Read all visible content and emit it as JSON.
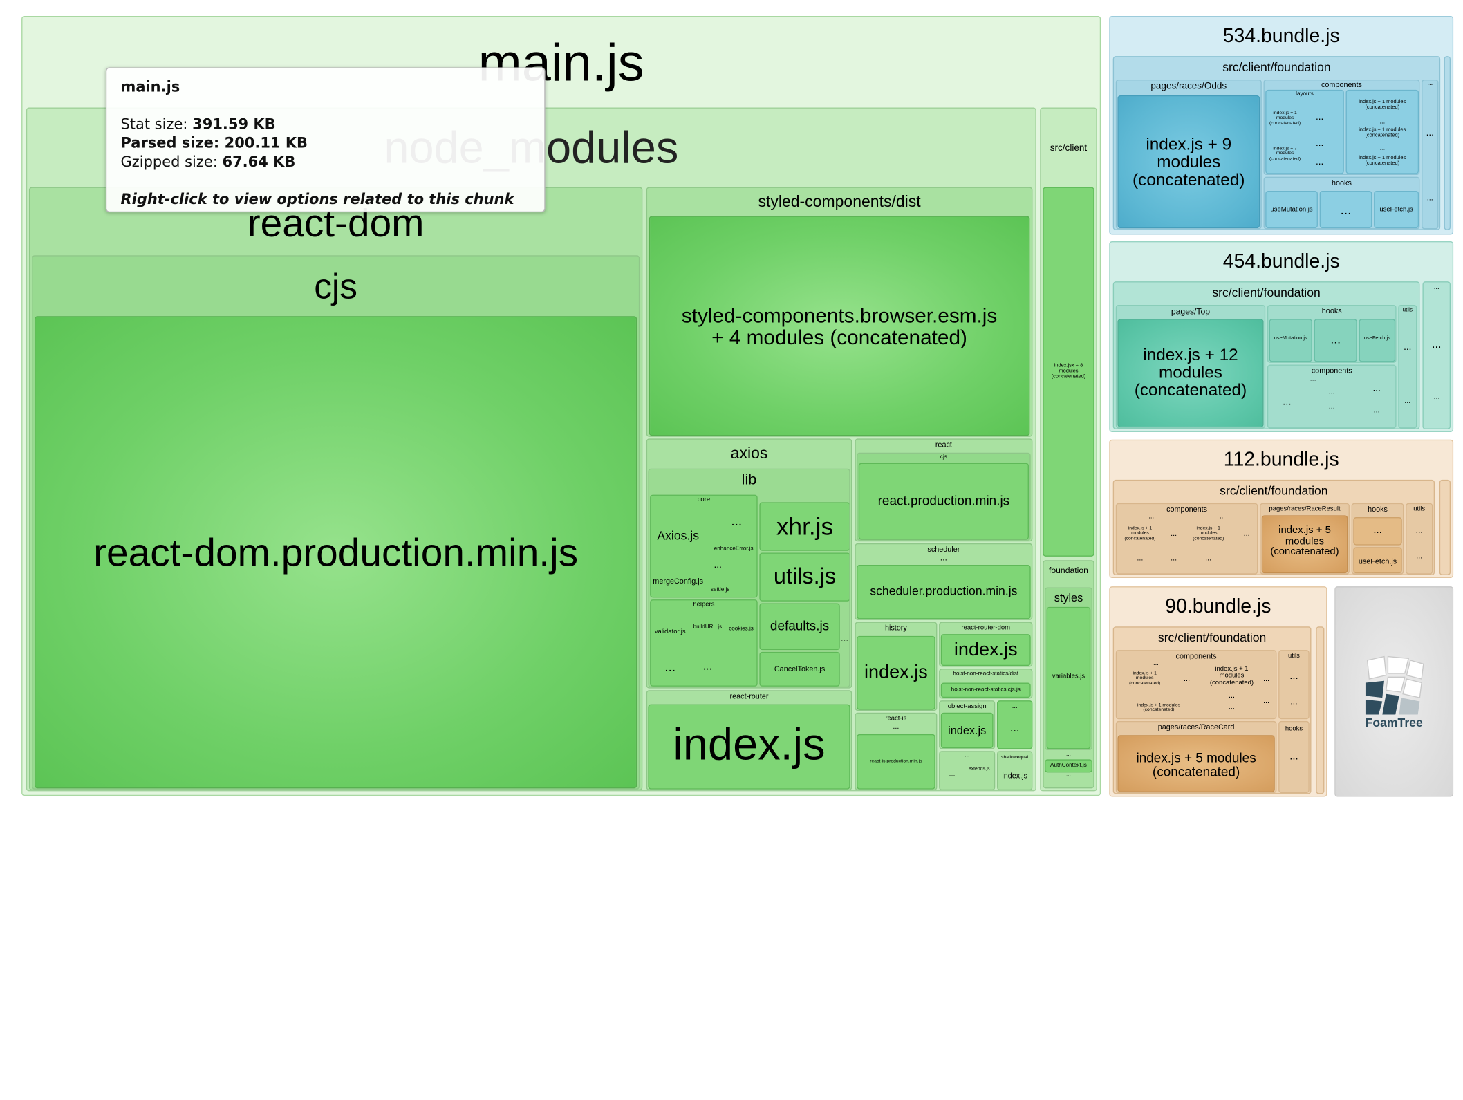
{
  "colors": {
    "main_green": "#6fd067",
    "bundle_534_blue": "#5cb7d3",
    "bundle_454_teal": "#5cc6a8",
    "bundle_112_orange": "#dba76a",
    "bundle_90_orange": "#dba76a",
    "foamtree_gray": "#dcdcdc"
  },
  "tooltip": {
    "title": "main.js",
    "stat_label": "Stat size:",
    "stat_value": "391.59 KB",
    "parsed_label": "Parsed size:",
    "parsed_value": "200.11 KB",
    "gzip_label": "Gzipped size:",
    "gzip_value": "67.64 KB",
    "hint": "Right-click to view options related to this chunk"
  },
  "main": {
    "title": "main.js",
    "node_modules": "node_modules",
    "react_dom": "react-dom",
    "cjs": "cjs",
    "react_dom_prod": "react-dom.production.min.js",
    "styled_dist": "styled-components/dist",
    "styled_module": "styled-components.browser.esm.js\n+ 4 modules (concatenated)",
    "axios": "axios",
    "lib": "lib",
    "core": "core",
    "axios_js": "Axios.js",
    "enhance_error": "enhanceError.js",
    "merge_config": "mergeConfig.js",
    "settle": "settle.js",
    "helpers": "helpers",
    "validator": "validator.js",
    "build_url": "buildURL.js",
    "cookies": "cookies.js",
    "xhr": "xhr.js",
    "utils": "utils.js",
    "defaults": "defaults.js",
    "cancel_token": "CancelToken.js",
    "react": "react",
    "react_cjs": "cjs",
    "react_prod": "react.production.min.js",
    "scheduler": "scheduler",
    "scheduler_prod": "scheduler.production.min.js",
    "history": "history",
    "history_index": "index.js",
    "rrd": "react-router-dom",
    "rrd_index": "index.js",
    "hnrs_dist": "hoist-non-react-statics/dist",
    "hnrs_cjs": "hoist-non-react-statics.cjs.js",
    "react_router": "react-router",
    "rr_index": "index.js",
    "react_is": "react-is",
    "react_is_prod": "react-is.production.min.js",
    "object_assign": "object-assign",
    "oa_index": "index.js",
    "extends": "extends.js",
    "shallowequal": "shallowequal",
    "se_index": "index.js",
    "src_client": "src/client",
    "sc_index": "index.jsx + 8\nmodules\n(concatenated)",
    "foundation": "foundation",
    "styles": "styles",
    "variables": "variables.js",
    "auth_context": "AuthContext.js",
    "ellipsis": "..."
  },
  "b534": {
    "title": "534.bundle.js",
    "foundation": "src/client/foundation",
    "odds": "pages/races/Odds",
    "odds_index": "index.js + 9\nmodules\n(concatenated)",
    "components": "components",
    "layouts": "layouts",
    "idx1": "index.js + 1\nmodules\n(concatenated)",
    "idx1b": "index.js + 1 modules\n(concatenated)",
    "idx7": "index.js + 7\nmodules\n(concatenated)",
    "hooks": "hooks",
    "use_mutation": "useMutation.js",
    "use_fetch": "useFetch.js"
  },
  "b454": {
    "title": "454.bundle.js",
    "foundation": "src/client/foundation",
    "top": "pages/Top",
    "top_index": "index.js + 12\nmodules\n(concatenated)",
    "hooks": "hooks",
    "use_mutation": "useMutation.js",
    "use_fetch": "useFetch.js",
    "utils": "utils",
    "components": "components"
  },
  "b112": {
    "title": "112.bundle.js",
    "foundation": "src/client/foundation",
    "components": "components",
    "race_result": "pages/races/RaceResult",
    "rr_index": "index.js + 5\nmodules\n(concatenated)",
    "hooks": "hooks",
    "use_fetch": "useFetch.js",
    "utils": "utils",
    "idx1": "index.js + 1\nmodules\n(concatenated)"
  },
  "b90": {
    "title": "90.bundle.js",
    "foundation": "src/client/foundation",
    "components": "components",
    "utils": "utils",
    "race_card": "pages/races/RaceCard",
    "rc_index": "index.js + 5 modules\n(concatenated)",
    "hooks": "hooks",
    "idx1": "index.js + 1\nmodules\n(concatenated)",
    "idx1b": "index.js + 1 modules\n(concatenated)"
  },
  "foamtree": {
    "label": "FoamTree"
  }
}
